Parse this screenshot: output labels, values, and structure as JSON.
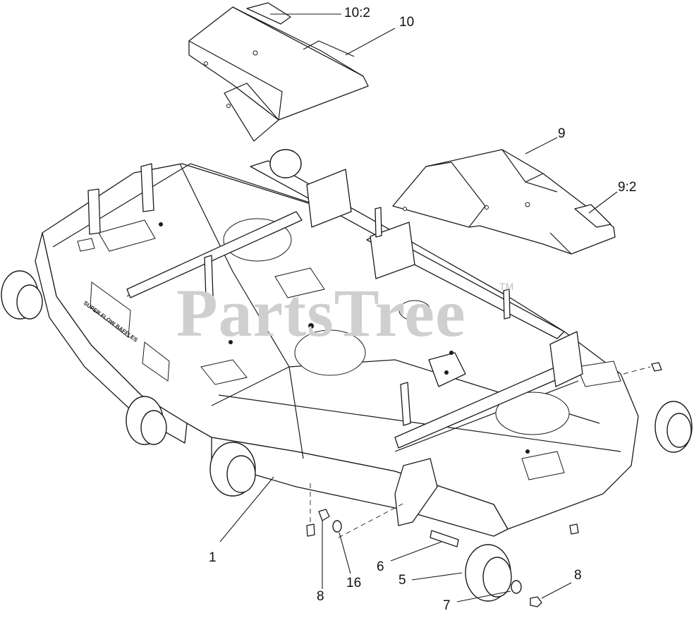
{
  "watermark": {
    "text": "PartsTree",
    "mark": "TM"
  },
  "callouts": [
    {
      "id": "c10-2",
      "label": "10:2"
    },
    {
      "id": "c10",
      "label": "10"
    },
    {
      "id": "c9",
      "label": "9"
    },
    {
      "id": "c9-2",
      "label": "9:2"
    },
    {
      "id": "c1",
      "label": "1"
    },
    {
      "id": "c6",
      "label": "6"
    },
    {
      "id": "c5",
      "label": "5"
    },
    {
      "id": "c8a",
      "label": "8"
    },
    {
      "id": "c16",
      "label": "16"
    },
    {
      "id": "c7",
      "label": "7"
    },
    {
      "id": "c8b",
      "label": "8"
    }
  ],
  "decals": {
    "left_side_text": "SUPER FLOW BAFFLES"
  }
}
